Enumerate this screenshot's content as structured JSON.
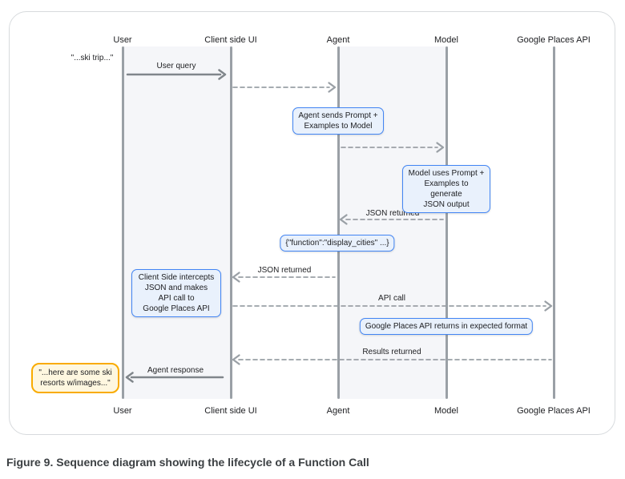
{
  "figure": {
    "caption": "Figure 9. Sequence diagram showing the lifecycle of a Function Call"
  },
  "actors": [
    {
      "label": "User"
    },
    {
      "label": "Client side UI"
    },
    {
      "label": "Agent"
    },
    {
      "label": "Model"
    },
    {
      "label": "Google Places API"
    }
  ],
  "messages": {
    "user_query": "User query",
    "json_returned_model": "JSON returned",
    "json_returned_client": "JSON returned",
    "api_call": "API call",
    "results_returned": "Results returned",
    "agent_response": "Agent response"
  },
  "notes": {
    "user_input": "\"...ski trip...\"",
    "agent_prompt": "Agent sends Prompt +\nExamples to Model",
    "model_generates": "Model uses Prompt +\nExamples to generate\nJSON output",
    "function_json": "{\"function\":\"display_cities\" ...}",
    "client_intercepts": "Client Side intercepts\nJSON and makes\nAPI call to\nGoogle Places API",
    "api_returns": "Google Places API returns in expected format",
    "user_output": "\"...here are some ski\nresorts w/images...\""
  },
  "colors": {
    "callout_border": "#4285f4",
    "callout_fill": "#e9f1fc",
    "quote_border": "#f9ab00",
    "quote_fill": "#fef7e0",
    "arrow_gray": "#9aa0a6",
    "lane_fill": "#f5f6f9"
  }
}
